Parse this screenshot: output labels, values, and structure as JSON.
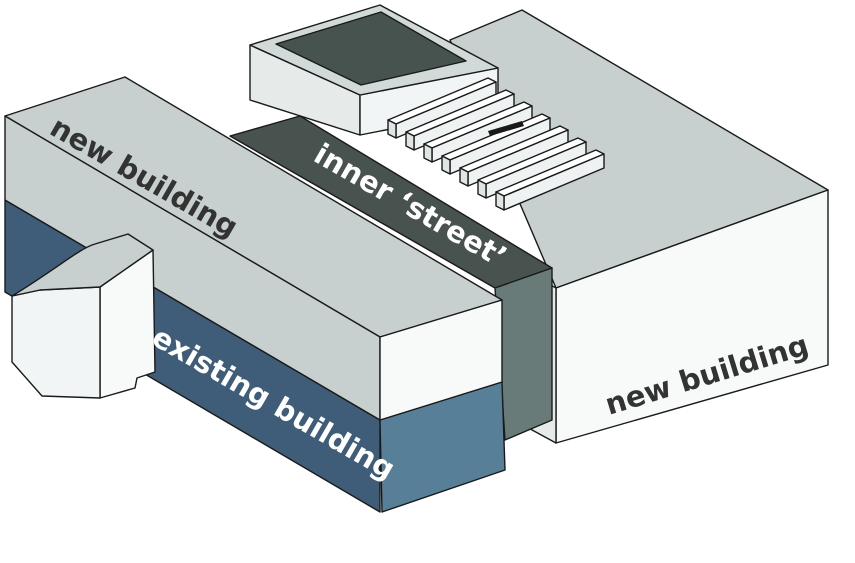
{
  "labels": {
    "new_building_left": "new building",
    "inner_street": "inner ‘street’",
    "existing_building": "existing building",
    "new_building_right": "new building"
  },
  "colors": {
    "roof_light": "#c7d0cf",
    "face_white": "#f8fafa",
    "face_grey": "#e6ebea",
    "existing_dark": "#3f5d78",
    "existing_mid": "#577f97",
    "street_dark": "#48524f",
    "street_side": "#697b78",
    "skylight": "#47534f",
    "label_dark": "#333333",
    "label_light": "#ffffff"
  }
}
